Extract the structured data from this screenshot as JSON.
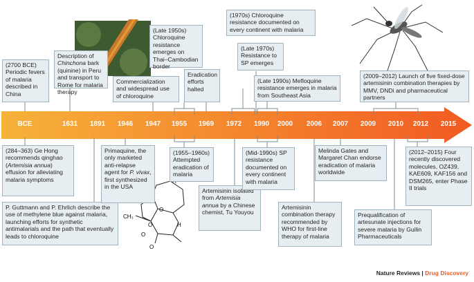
{
  "timeline": {
    "labels": [
      "BCE",
      "1631",
      "1891",
      "1946",
      "1947",
      "1955",
      "1969",
      "1972",
      "1990",
      "2000",
      "2006",
      "2007",
      "2009",
      "2010",
      "2012",
      "2015"
    ],
    "colors": {
      "arrow_start": "#f7b23a",
      "arrow_end": "#f15a22",
      "box_fill": "#e7eef2",
      "box_border": "#9fb2be"
    }
  },
  "events_top": [
    {
      "id": "bce",
      "text": "(2700 BCE) Periodic fevers of malaria described in China"
    },
    {
      "id": "1631",
      "text": "Description of Chinchona bark (quinine) in Peru and transport to Rome for malaria therapy"
    },
    {
      "id": "1947",
      "text": "Commercialization and widespread use of chloroquine"
    },
    {
      "id": "1950s",
      "text": "(Late 1950s) Chloroquine resistance emerges on Thai–Cambodian border"
    },
    {
      "id": "1969",
      "text": "Eradication efforts halted"
    },
    {
      "id": "1970s",
      "text": "(1970s) Chloroquine resistance documented on every continent with malaria"
    },
    {
      "id": "late1970s",
      "text": "(Late 1970s) Resistance to SP emerges"
    },
    {
      "id": "1990s",
      "text": "(Late 1990s) Mefloquine resistance emerges in malaria from Southeast Asia"
    },
    {
      "id": "2009",
      "text": "(2009–2012) Launch of five fixed-dose artemisinin combination therapies by MMV, DNDi and pharmaceutical partners"
    }
  ],
  "events_bottom": [
    {
      "id": "gehong",
      "text": "(284–363) Ge Hong recommends qinghao (Artemisia annua) effusion for alleviating malaria symptoms"
    },
    {
      "id": "1891",
      "text": "P. Guttmann and P. Ehrlich describe the use of methylene blue against malaria, launching efforts for synthetic antimalarials and the path that eventually leads to chloroquine"
    },
    {
      "id": "1946",
      "text": "Primaquine, the only marketed anti-relapse agent for P. vivax, first synthesized in the USA"
    },
    {
      "id": "1955",
      "text": "(1955–1960s) Attempted eradication of malaria"
    },
    {
      "id": "1972",
      "text": "Artemisinin isolated from Artemisia annua by a Chinese chemist, Tu Youyou"
    },
    {
      "id": "mid1990s",
      "text": "(Mid-1990s) SP resistance documented on every continent with malaria"
    },
    {
      "id": "2006",
      "text": "Artemisinin combination therapy recommended by WHO for first-line therapy of malaria"
    },
    {
      "id": "2007",
      "text": "Melinda Gates and Margaret Chan endorse eradication of malaria worldwide"
    },
    {
      "id": "2010",
      "text": "Prequalification of artesunate injections for severe malaria by Guilin Pharmaceuticals"
    },
    {
      "id": "2012",
      "text": "(2012–2015) Four recently discovered molecules, OZ439, KAE609, KAF156 and DSM265, enter Phase II trials"
    }
  ],
  "molecule_atoms": [
    "CH₃",
    "H",
    "O",
    "O",
    "O",
    "H",
    "O",
    "O"
  ],
  "credit": {
    "publisher": "Nature Reviews",
    "separator": " | ",
    "journal": "Drug Discovery"
  }
}
